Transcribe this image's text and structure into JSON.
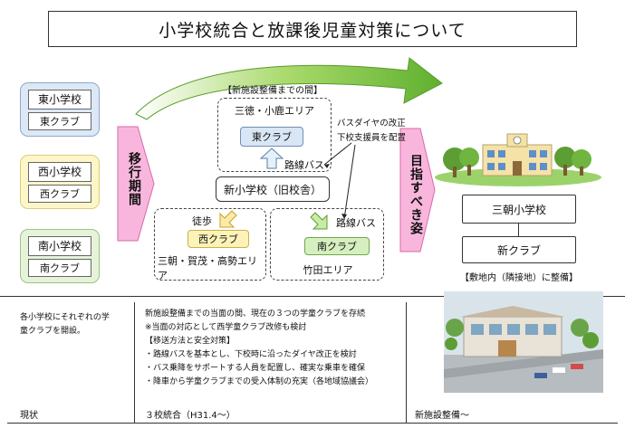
{
  "title": "小学校統合と放課後児童対策について",
  "schools": [
    {
      "name": "東小学校",
      "club": "東クラブ"
    },
    {
      "name": "西小学校",
      "club": "西クラブ"
    },
    {
      "name": "南小学校",
      "club": "南クラブ"
    }
  ],
  "transition_label": "移行期間",
  "goal_label": "目指すべき姿",
  "until_new_facility": "【新施設整備までの間】",
  "east_area": {
    "area": "三徳・小鹿エリア",
    "club": "東クラブ",
    "bus": "路線バス"
  },
  "bus_note": {
    "line1": "バスダイヤの改正",
    "line2": "下校支援員を配置"
  },
  "temp_school": "新小学校（旧校舎）",
  "west_area": {
    "mode": "徒歩",
    "club": "西クラブ",
    "area": "三朝・賀茂・高勢エリア"
  },
  "south_area": {
    "mode": "路線バス",
    "club": "南クラブ",
    "area": "竹田エリア"
  },
  "new_school": "三朝小学校",
  "new_club": "新クラブ",
  "site_note": "【敷地内（隣接地）に整備】",
  "current_text": {
    "line1": "各小学校にそれぞれの学",
    "line2": "童クラブを開設。"
  },
  "merge_text": {
    "line1": "新施設整備までの当面の間、現在の３つの学童クラブを存続",
    "line2": "※当面の対応として西学童クラブ改修も検討",
    "line3": "【移送方法と安全対策】",
    "line4": "・路線バスを基本とし、下校時に沿ったダイヤ改正を検討",
    "line5": "・バス乗降をサポートする人員を配置し、確実な乗車を確保",
    "line6": "・降車から学童クラブまでの受入体制の充実（各地域協議会）"
  },
  "timeline": {
    "current": "現状",
    "merge": "３校統合（H31.4～）",
    "after": "新施設整備～"
  },
  "colors": {
    "arrow_green": "#6fbf3a",
    "arrow_pink": "#f7a8d8",
    "club_blue": "#d9e6f5",
    "club_yellow": "#fdf6c0",
    "club_green": "#d8efc4"
  }
}
